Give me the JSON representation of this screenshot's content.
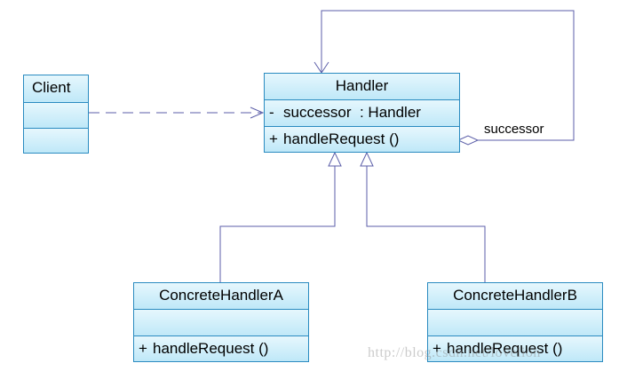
{
  "classes": {
    "client": {
      "name": "Client"
    },
    "handler": {
      "name": "Handler",
      "attribute": {
        "visibility": "-",
        "text": "successor  : Handler"
      },
      "operation": {
        "visibility": "+",
        "text": "handleRequest ()"
      }
    },
    "concrete_a": {
      "name": "ConcreteHandlerA",
      "operation": {
        "visibility": "+",
        "text": "handleRequest ()"
      }
    },
    "concrete_b": {
      "name": "ConcreteHandlerB",
      "operation": {
        "visibility": "+",
        "text": "handleRequest ()"
      }
    }
  },
  "relations": {
    "self_association_label": "successor"
  },
  "watermark": "http://blog.csdn.net/lovelion",
  "colors": {
    "border": "#2a8bc0",
    "fill_top": "#e6f7fd",
    "fill_bottom": "#bfe8f8",
    "connector": "#5b5ea8"
  }
}
